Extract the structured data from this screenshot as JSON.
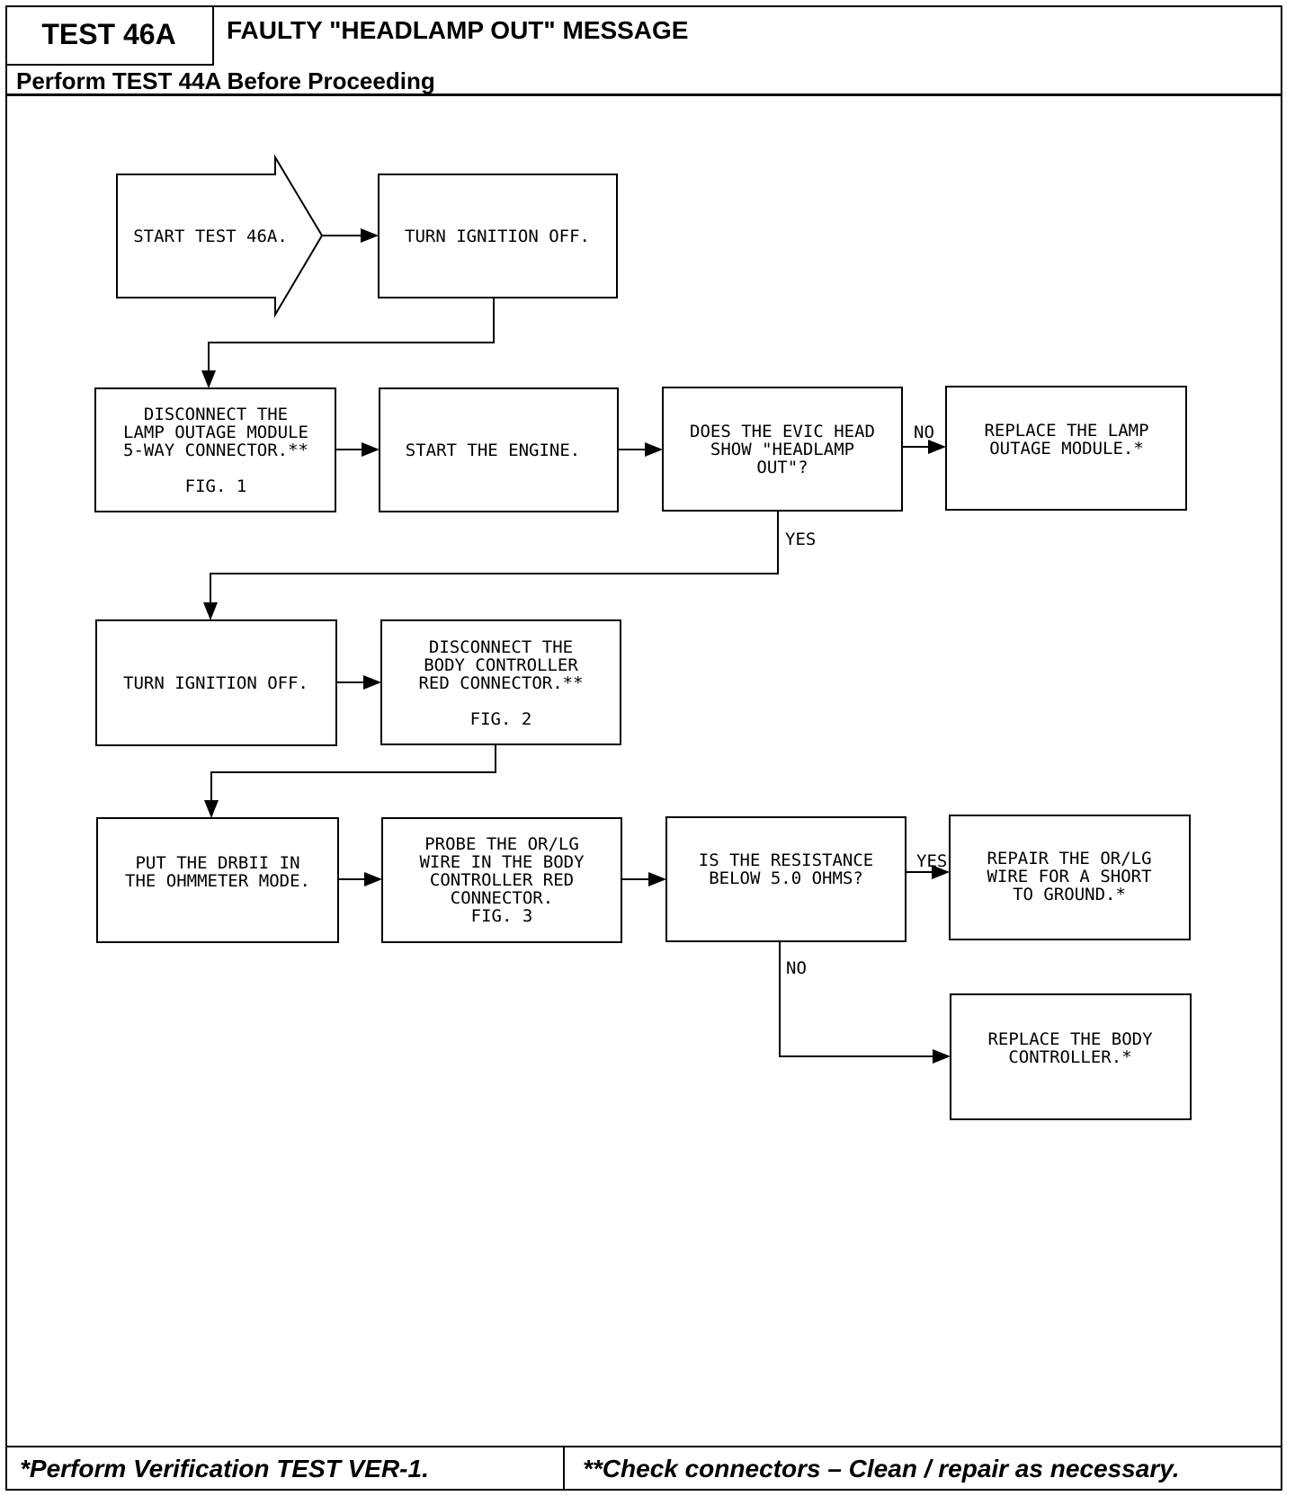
{
  "header": {
    "test_id": "TEST 46A",
    "title": "FAULTY \"HEADLAMP OUT\" MESSAGE",
    "prerequisite": "Perform TEST 44A Before Proceeding"
  },
  "flowchart": {
    "nodes": {
      "start": [
        "START TEST 46A."
      ],
      "ign_off_1": [
        "TURN IGNITION OFF."
      ],
      "disconnect_lom": [
        "DISCONNECT THE",
        "LAMP OUTAGE MODULE",
        "5-WAY CONNECTOR.**",
        "",
        "FIG. 1"
      ],
      "start_engine": [
        "START THE ENGINE."
      ],
      "evic_q": [
        "DOES THE EVIC HEAD",
        "SHOW \"HEADLAMP",
        "OUT\"?"
      ],
      "replace_lom": [
        "REPLACE THE LAMP",
        "OUTAGE MODULE.*"
      ],
      "ign_off_2": [
        "TURN IGNITION OFF."
      ],
      "disconnect_bc": [
        "DISCONNECT THE",
        "BODY CONTROLLER",
        "RED CONNECTOR.**",
        "",
        "FIG. 2"
      ],
      "put_drb": [
        "PUT THE DRBII IN",
        "THE OHMMETER MODE."
      ],
      "probe": [
        "PROBE THE OR/LG",
        "WIRE IN THE BODY",
        "CONTROLLER RED",
        "CONNECTOR.",
        "FIG. 3"
      ],
      "resist_q": [
        "IS THE RESISTANCE",
        "BELOW 5.0 OHMS?"
      ],
      "repair_wire": [
        "REPAIR THE OR/LG",
        "WIRE FOR A SHORT",
        "TO GROUND.*"
      ],
      "replace_bc": [
        "REPLACE THE BODY",
        "CONTROLLER.*"
      ]
    },
    "edge_labels": {
      "evic_no": "NO",
      "evic_yes": "YES",
      "resist_yes": "YES",
      "resist_no": "NO"
    }
  },
  "footer": {
    "left": "*Perform Verification TEST VER-1.",
    "right": "**Check connectors – Clean / repair as necessary."
  }
}
